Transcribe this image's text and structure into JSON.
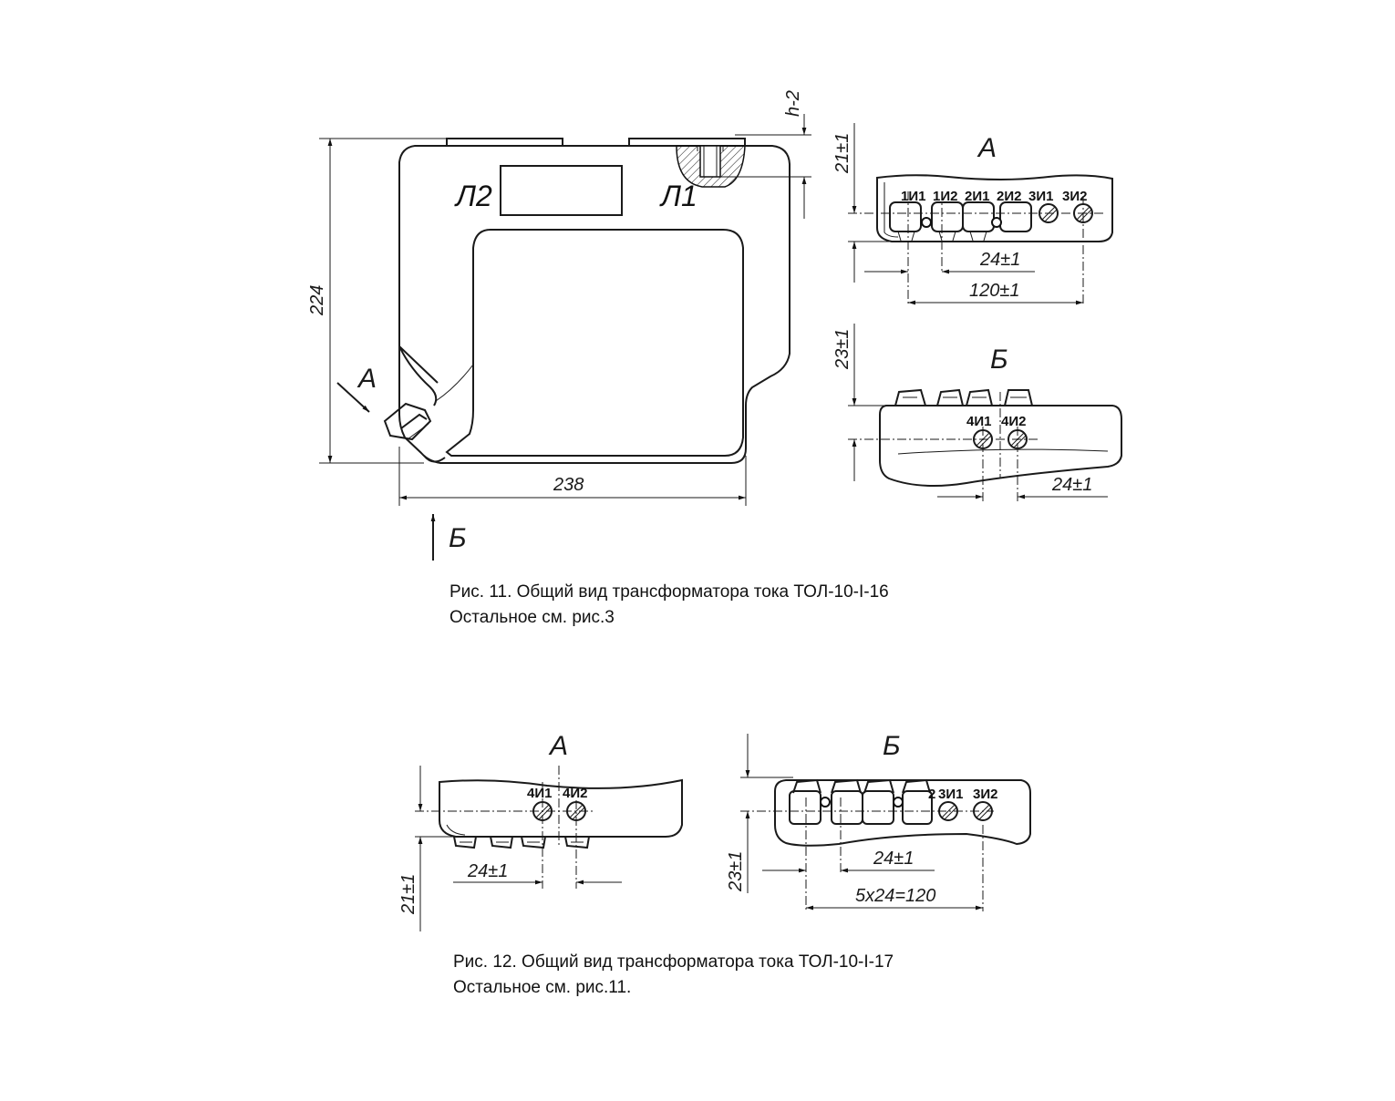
{
  "fig11": {
    "caption_line1": "Рис. 11. Общий вид трансформатора тока ТОЛ-10-I-16",
    "caption_line2": "Остальное см. рис.3",
    "main_view": {
      "terminal_left": "Л2",
      "terminal_right": "Л1",
      "dim_height": "224",
      "dim_width": "238",
      "dim_thread": "h-2",
      "view_arrow_a": "А",
      "view_arrow_b": "Б"
    },
    "view_a": {
      "title": "А",
      "terminals": [
        "1И1",
        "1И2",
        "2И1",
        "2И2",
        "3И1",
        "3И2"
      ],
      "dim_vertical": "21±1",
      "dim_pitch": "24±1",
      "dim_total": "120±1"
    },
    "view_b": {
      "title": "Б",
      "terminals": [
        "4И1",
        "4И2"
      ],
      "dim_vertical": "23±1",
      "dim_pitch": "24±1"
    }
  },
  "fig12": {
    "caption_line1": "Рис. 12. Общий вид трансформатора тока ТОЛ-10-I-17",
    "caption_line2": "Остальное см. рис.11.",
    "view_a": {
      "title": "А",
      "terminals": [
        "4И1",
        "4И2"
      ],
      "dim_vertical": "21±1",
      "dim_pitch": "24±1"
    },
    "view_b": {
      "title": "Б",
      "terminals": [
        "3И1",
        "3И2"
      ],
      "dim_vertical": "23±1",
      "dim_pitch": "24±1",
      "dim_total": "5x24=120"
    }
  }
}
